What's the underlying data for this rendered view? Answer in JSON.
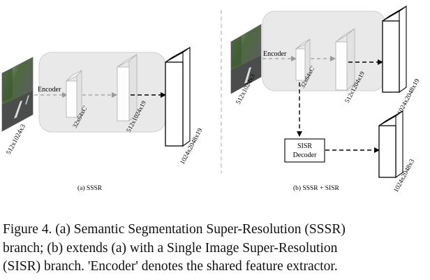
{
  "panel_a": {
    "caption": "(a) SSSR",
    "input_label": "512x1024x3",
    "encoder_label": "Encoder",
    "feature_label": "32x64xC'",
    "mid_label": "512x1024x19",
    "output_label": "1024x2048x19"
  },
  "panel_b": {
    "caption": "(b) SSSR + SISR",
    "input_label": "512x1024x3",
    "encoder_label": "Encoder",
    "feature_label": "32x64xC'",
    "mid_label": "512x1204x19",
    "output_top_label": "1024x2048x19",
    "decoder_label_line1": "SISR",
    "decoder_label_line2": "Decoder",
    "output_bottom_label": "1024x2048x3"
  },
  "caption": {
    "line1": "Figure 4. (a) Semantic Segmentation Super-Resolution (SSSR)",
    "line2": "branch; (b) extends (a) with a Single Image Super-Resolution",
    "line3": "(SISR) branch. 'Encoder' denotes the shared feature extractor."
  }
}
